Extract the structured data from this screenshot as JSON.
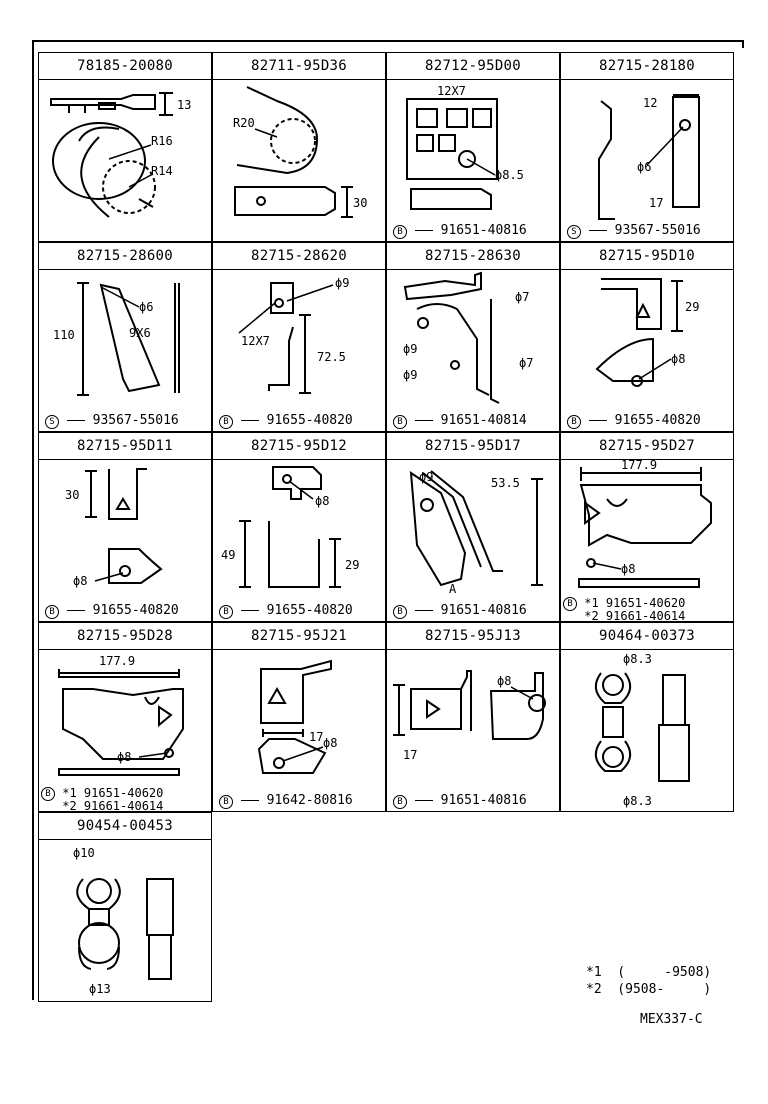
{
  "parts": [
    {
      "pn": "78185-20080",
      "labels": [
        "13",
        "R16",
        "R14"
      ],
      "bolt": null
    },
    {
      "pn": "82711-95D36",
      "labels": [
        "R20",
        "30"
      ],
      "bolt": null
    },
    {
      "pn": "82712-95D00",
      "labels": [
        "12X7",
        "ϕ8.5"
      ],
      "bolt": {
        "sym": "B",
        "num": "91651-40816"
      }
    },
    {
      "pn": "82715-28180",
      "labels": [
        "12",
        "ϕ6",
        "17"
      ],
      "bolt": {
        "sym": "S",
        "num": "93567-55016"
      }
    },
    {
      "pn": "82715-28600",
      "labels": [
        "110",
        "ϕ6",
        "9X6"
      ],
      "bolt": {
        "sym": "S",
        "num": "93567-55016"
      }
    },
    {
      "pn": "82715-28620",
      "labels": [
        "ϕ9",
        "12X7",
        "72.5"
      ],
      "bolt": {
        "sym": "B",
        "num": "91655-40820"
      }
    },
    {
      "pn": "82715-28630",
      "labels": [
        "ϕ7",
        "ϕ9",
        "ϕ9",
        "ϕ7"
      ],
      "bolt": {
        "sym": "B",
        "num": "91651-40814"
      }
    },
    {
      "pn": "82715-95D10",
      "labels": [
        "29",
        "ϕ8"
      ],
      "bolt": {
        "sym": "B",
        "num": "91655-40820"
      }
    },
    {
      "pn": "82715-95D11",
      "labels": [
        "30",
        "ϕ8"
      ],
      "bolt": {
        "sym": "B",
        "num": "91655-40820"
      }
    },
    {
      "pn": "82715-95D12",
      "labels": [
        "ϕ8",
        "49",
        "29"
      ],
      "bolt": {
        "sym": "B",
        "num": "91655-40820"
      }
    },
    {
      "pn": "82715-95D17",
      "labels": [
        "ϕ9",
        "53.5",
        "A"
      ],
      "bolt": {
        "sym": "B",
        "num": "91651-40816"
      }
    },
    {
      "pn": "82715-95D27",
      "labels": [
        "177.9",
        "ϕ8"
      ],
      "bolt": {
        "sym": "B",
        "num": "*1  91651-40620",
        "num2": "*2  91661-40614"
      }
    },
    {
      "pn": "82715-95D28",
      "labels": [
        "177.9",
        "ϕ8"
      ],
      "bolt": {
        "sym": "B",
        "num": "*1  91651-40620",
        "num2": "*2  91661-40614"
      }
    },
    {
      "pn": "82715-95J21",
      "labels": [
        "17",
        "ϕ8"
      ],
      "bolt": {
        "sym": "B",
        "num": "91642-80816"
      }
    },
    {
      "pn": "82715-95J13",
      "labels": [
        "ϕ8",
        "17"
      ],
      "bolt": {
        "sym": "B",
        "num": "91651-40816"
      }
    },
    {
      "pn": "90464-00373",
      "labels": [
        "ϕ8.3",
        "ϕ8.3"
      ],
      "bolt": null
    },
    {
      "pn": "90454-00453",
      "labels": [
        "ϕ10",
        "ϕ13"
      ],
      "bolt": null
    }
  ],
  "notes": {
    "n1": "*1  (     -9508)",
    "n2": "*2  (9508-     )"
  },
  "diagram_code": "MEX337-C"
}
